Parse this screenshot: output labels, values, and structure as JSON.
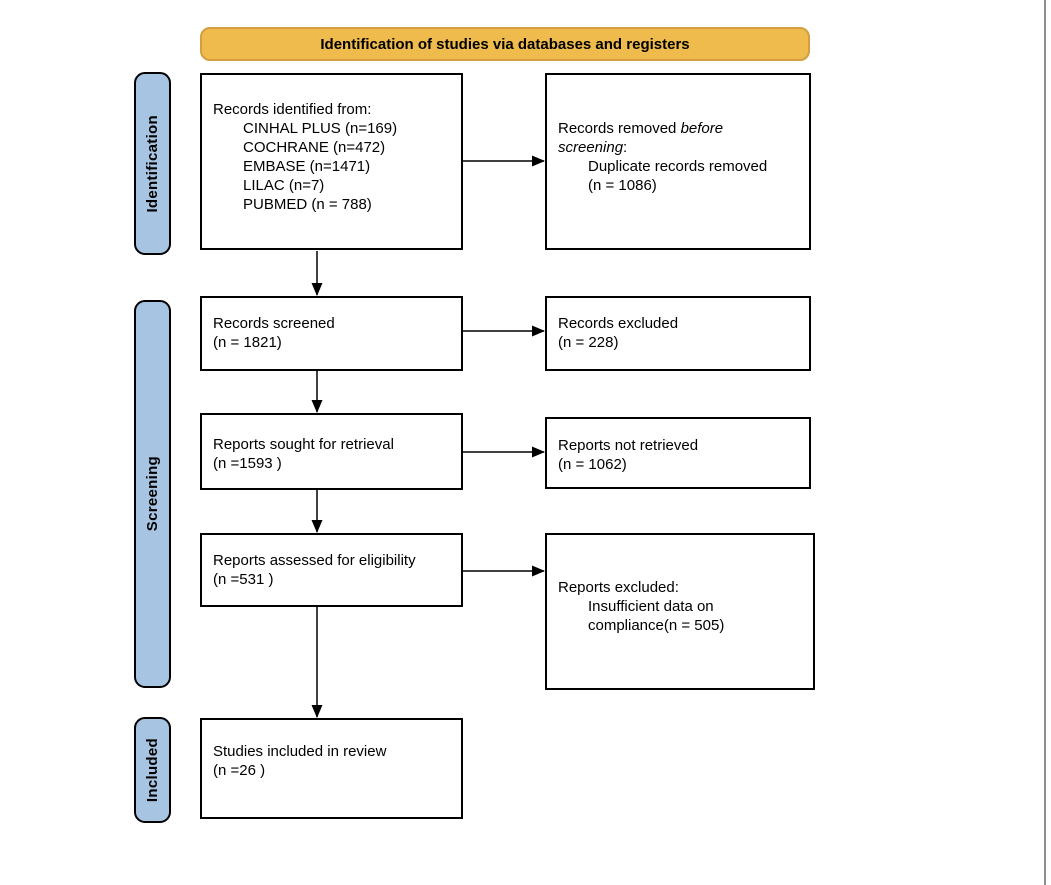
{
  "colors": {
    "banner_bg": "#EFBB4C",
    "banner_border": "#D29E41",
    "stage_bar_bg": "#A7C5E2",
    "box_border": "#000000",
    "page_edge_line": "#8f8f8f"
  },
  "banner": {
    "label": "Identification of studies via databases and registers"
  },
  "stages": [
    {
      "label": "Identification"
    },
    {
      "label": "Screening"
    },
    {
      "label": "Included"
    }
  ],
  "boxes": {
    "identified": {
      "title": "Records identified from:",
      "items": [
        "CINHAL PLUS (n=169)",
        "COCHRANE (n=472)",
        "EMBASE (n=1471)",
        "LILAC (n=7)",
        "PUBMED (n = 788)"
      ]
    },
    "removed": {
      "line1_normal": "Records removed ",
      "line1_italic": "before",
      "line2_italic": "screening",
      "line2_normal": ":",
      "items": [
        "Duplicate records removed",
        "(n = 1086)"
      ]
    },
    "screened": {
      "line1": "Records screened",
      "line2": "(n = 1821)"
    },
    "records_excluded": {
      "line1": "Records excluded",
      "line2": "(n = 228)"
    },
    "sought": {
      "line1": "Reports sought for retrieval",
      "line2": "(n =1593 )"
    },
    "not_retrieved": {
      "line1": "Reports not retrieved",
      "line2": "(n = 1062)"
    },
    "assessed": {
      "line1": "Reports assessed for eligibility",
      "line2": "(n =531 )"
    },
    "reports_excluded": {
      "title": "Reports excluded:",
      "items": [
        "Insufficient data on",
        "compliance(n = 505)"
      ]
    },
    "included": {
      "line1": "Studies included in review",
      "line2": "(n =26 )"
    }
  }
}
